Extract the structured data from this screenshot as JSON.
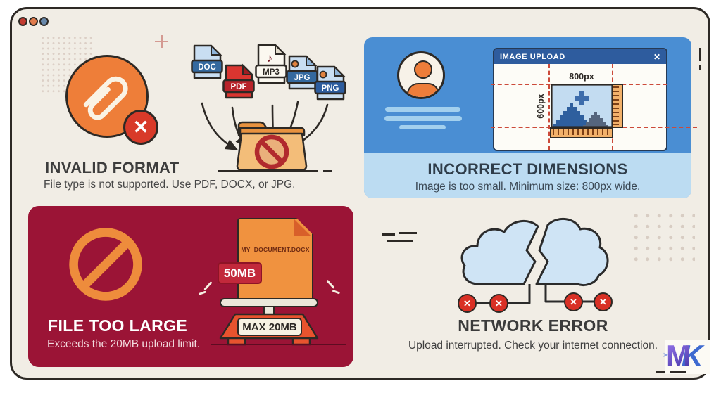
{
  "window": {
    "controls": [
      {
        "name": "red",
        "color": "#c23b30"
      },
      {
        "name": "orange",
        "color": "#e07b4c"
      },
      {
        "name": "blue",
        "color": "#6888aa"
      }
    ]
  },
  "colors": {
    "frame_bg": "#f1ede5",
    "ink": "#2d2925",
    "accent_orange": "#ee7e39",
    "error_red": "#d93025",
    "panel_blue": "#4a8ed3",
    "panel_blue_light": "#bcdcf2",
    "dialog_header_blue": "#2e5c9e",
    "panel_maroon": "#9b1436",
    "scale_base_orange": "#e8532e",
    "cloud_blue": "#cfe4f5",
    "ruler_orange": "#f2b16b",
    "crop_dash_red": "#cc4a3a"
  },
  "sections": {
    "invalid_format": {
      "title": "INVALID FORMAT",
      "subtitle": "File type is not supported. Use PDF, DOCX, or JPG.",
      "error_icon": "✕",
      "file_types": [
        {
          "label": "DOC"
        },
        {
          "label": "PDF"
        },
        {
          "label": "MP3"
        },
        {
          "label": "JPG"
        },
        {
          "label": "PNG"
        }
      ],
      "music_note": "♪"
    },
    "incorrect_dimensions": {
      "title": "INCORRECT DIMENSIONS",
      "subtitle": "Image is too small. Minimum size: 800px wide.",
      "dialog": {
        "title": "IMAGE UPLOAD",
        "close_icon": "✕",
        "width_label": "800px",
        "height_label": "600px"
      }
    },
    "file_too_large": {
      "title": "FILE TOO LARGE",
      "subtitle": "Exceeds the 20MB upload limit.",
      "file_name": "MY_DOCUMENT.DOCX",
      "size_badge": "50MB",
      "scale_plate": "MAX 20MB"
    },
    "network_error": {
      "title": "NETWORK ERROR",
      "subtitle": "Upload interrupted. Check your internet connection.",
      "x_icon": "✕"
    }
  },
  "logo": {
    "m": "M",
    "k": "K",
    "arrow": "➤"
  }
}
